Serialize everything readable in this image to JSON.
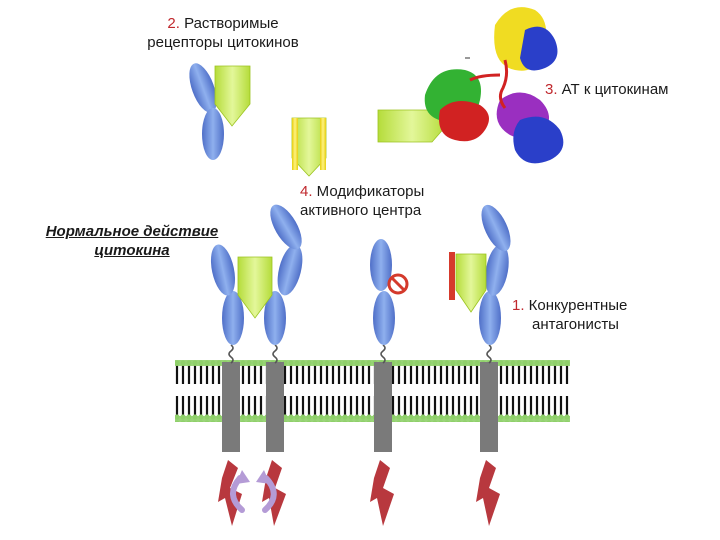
{
  "labels": {
    "soluble": {
      "num": "2.",
      "line1": " Растворимые",
      "line2": "рецепторы цитокинов"
    },
    "antibodies": {
      "num": "3.",
      "text": " АТ к цитокинам"
    },
    "modifiers": {
      "num": "4.",
      "line1": " Модификаторы",
      "line2": "активного центра"
    },
    "normal": {
      "line1": "Нормальное действие",
      "line2": "цитокина"
    },
    "antagonists": {
      "num": "1.",
      "line1": " Конкурентные",
      "line2": "антагонисты"
    }
  },
  "colors": {
    "receptor": "#6f8fdc",
    "cytokine": "#c9ea55",
    "inhibitor": "#f0dc2a",
    "antagonist_bar": "#d63a2c",
    "membrane": "#8fcf6a",
    "transmembrane": "#808080",
    "signal": "#b8383e",
    "signal_arrow": "#b49bd6",
    "label_number": "#c0282d"
  }
}
